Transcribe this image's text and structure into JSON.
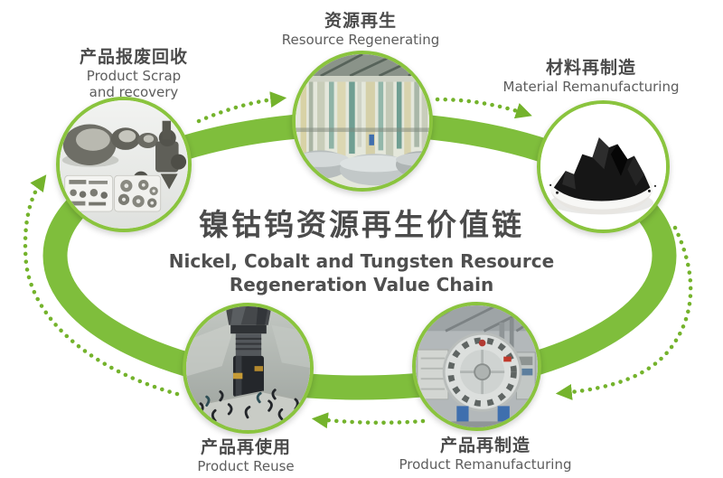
{
  "title": {
    "zh": "镍钴钨资源再生价值链",
    "en_line1": "Nickel, Cobalt and Tungsten Resource",
    "en_line2": "Regeneration Value Chain"
  },
  "stages": [
    {
      "id": "product-scrap-recovery",
      "zh": "产品报废回收",
      "en_line1": "Product Scrap",
      "en_line2": "and recovery",
      "photo": "scrap-metal-parts-photo",
      "position": "top-left"
    },
    {
      "id": "resource-regenerating",
      "zh": "资源再生",
      "en_line1": "Resource Regenerating",
      "en_line2": "",
      "photo": "chemical-plant-photo",
      "position": "top-center"
    },
    {
      "id": "material-remanufacturing",
      "zh": "材料再制造",
      "en_line1": "Material Remanufacturing",
      "en_line2": "",
      "photo": "black-powder-photo",
      "position": "top-right"
    },
    {
      "id": "product-remanufacturing",
      "zh": "产品再制造",
      "en_line1": "Product Remanufacturing",
      "en_line2": "",
      "photo": "vacuum-furnace-photo",
      "position": "bottom-right"
    },
    {
      "id": "product-reuse",
      "zh": "产品再使用",
      "en_line1": "Product Reuse",
      "en_line2": "",
      "photo": "cnc-machining-photo",
      "position": "bottom-left"
    }
  ],
  "cycle": {
    "direction": "clockwise"
  },
  "colors": {
    "band_green": "#7fbe3c",
    "dotted_arrow_green": "#74b32c",
    "circle_ring_green": "#8ac43e",
    "chinese_text": "#4b4b4b",
    "english_text": "#5d5d5d"
  }
}
